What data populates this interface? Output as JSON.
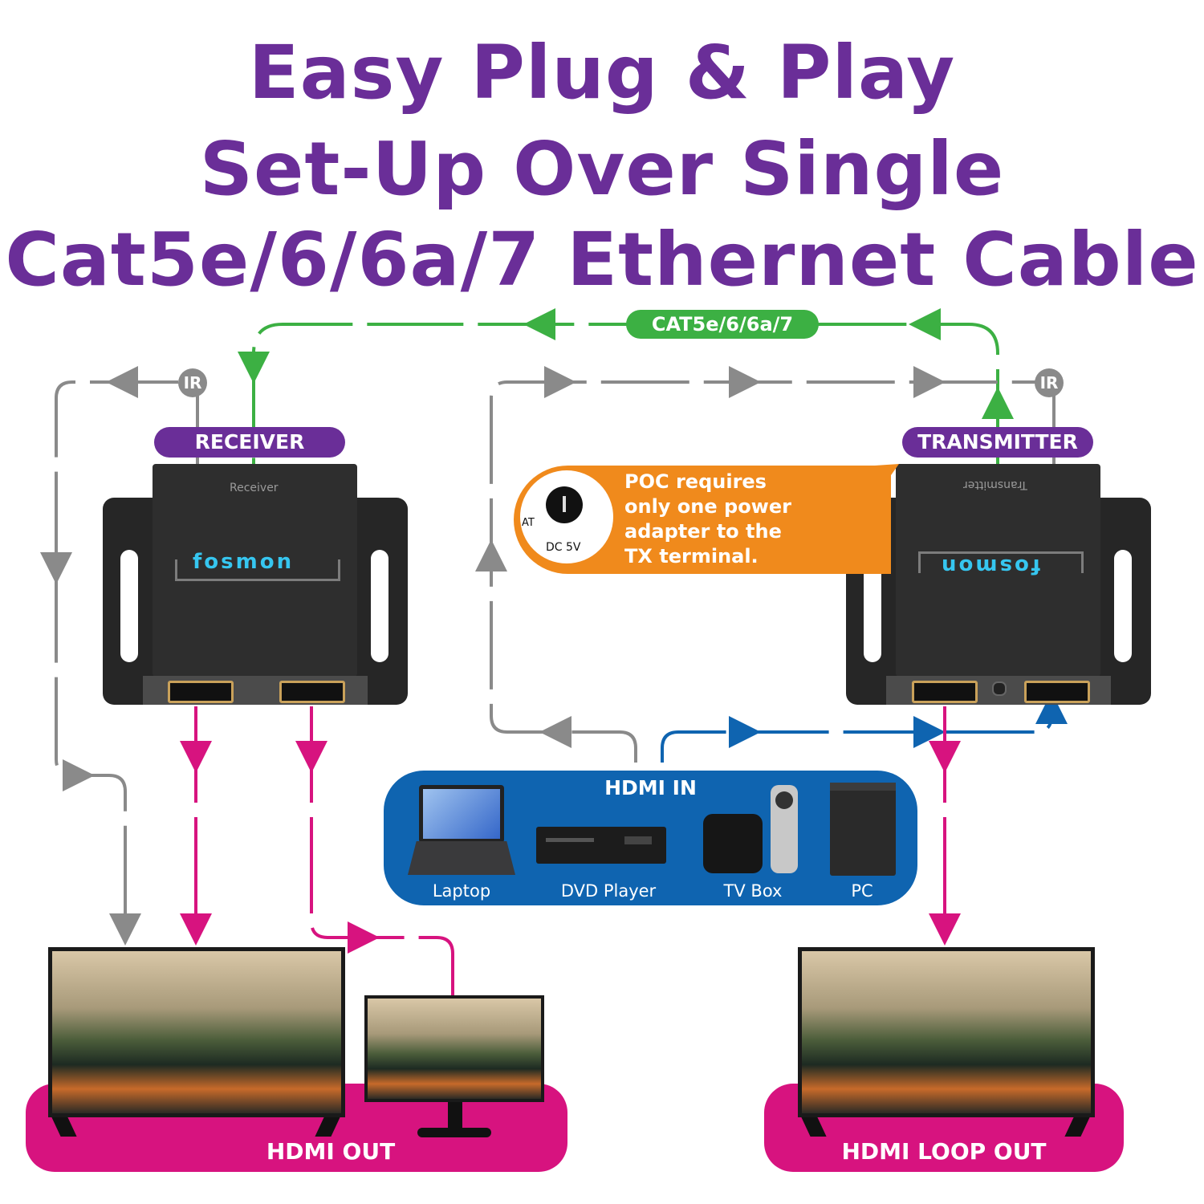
{
  "title": {
    "line1": "Easy Plug & Play",
    "line2": "Set-Up Over Single",
    "line3": "Cat5e/6/6a/7 Ethernet Cable"
  },
  "cable_label": "CAT5e/6/6a/7",
  "ir_label": "IR",
  "receiver": {
    "tag": "RECEIVER",
    "device_text": "Receiver",
    "logo": "fosmon",
    "ports": [
      "HDMI OUT",
      "HDMI OUT"
    ]
  },
  "transmitter": {
    "tag": "TRANSMITTER",
    "device_text": "Transmitter",
    "logo": "fosmon",
    "ports": [
      "HDMI OUT",
      "HDMI IN"
    ]
  },
  "poc": {
    "text": "POC requires only one power adapter to the TX terminal.",
    "jack_label": "DC 5V",
    "jack_side_label": "AT"
  },
  "hdmi_in": {
    "title": "HDMI IN",
    "sources": [
      "Laptop",
      "DVD Player",
      "TV Box",
      "PC"
    ]
  },
  "outputs": {
    "left": "HDMI OUT",
    "right": "HDMI LOOP OUT"
  },
  "colors": {
    "title": "#6a2e98",
    "cable": "#3cb043",
    "ir": "#8a8a8a",
    "hdmi_in": "#0f64b0",
    "hdmi_out": "#d7137f",
    "poc": "#f08a1c"
  }
}
